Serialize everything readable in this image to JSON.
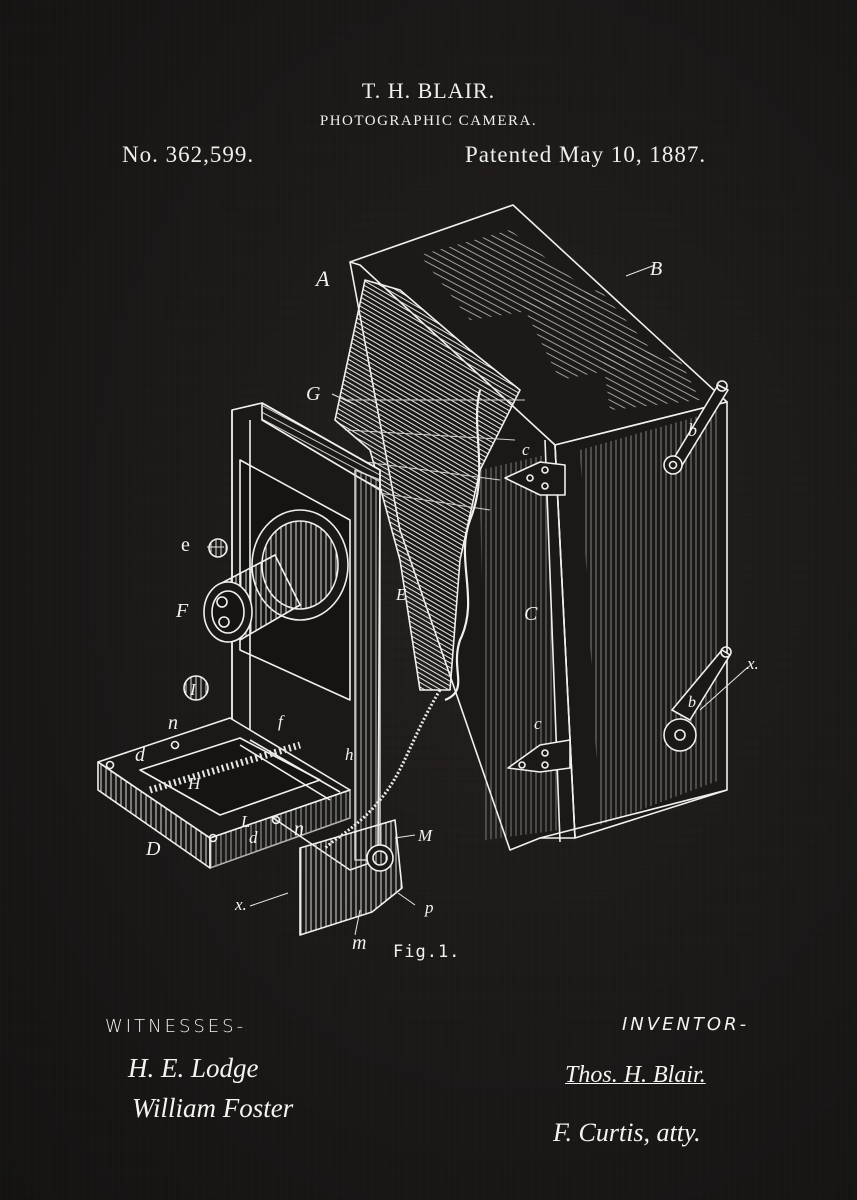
{
  "header": {
    "inventor": "T. H. BLAIR.",
    "title": "PHOTOGRAPHIC CAMERA.",
    "patent_number": "No. 362,599.",
    "patent_date": "Patented May 10, 1887."
  },
  "figure": {
    "caption": "Fig.1.",
    "labels": {
      "A": "A",
      "B": "B",
      "G": "G",
      "e": "e",
      "F": "F",
      "E": "E",
      "C": "C",
      "c_top": "c",
      "c_bottom": "c",
      "b_top": "b",
      "b_bottom": "b",
      "x_right": "x.",
      "x_left": "x.",
      "I": "I",
      "n_top": "n",
      "f": "f",
      "h": "h",
      "d_top": "d",
      "H": "H",
      "L": "L",
      "d_bottom": "d",
      "n_bottom": "n",
      "D": "D",
      "M": "M",
      "p": "p",
      "m": "m"
    }
  },
  "footer": {
    "witnesses_label": "WITNESSES-",
    "witnesses": [
      "H. E. Lodge",
      "William Foster"
    ],
    "inventor_label": "INVENTOR-",
    "inventor_signature": "Thos. H. Blair.",
    "attorney_signature": "F. Curtis, atty."
  },
  "colors": {
    "background": "#1a1817",
    "ink": "#ececea"
  }
}
